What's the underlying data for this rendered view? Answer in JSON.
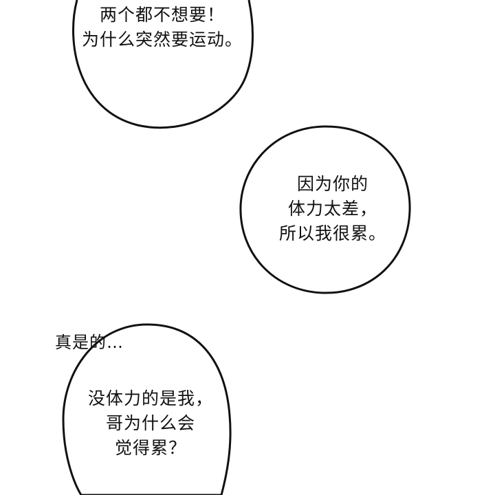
{
  "panel": {
    "background_color": "#ffffff",
    "ink_color": "#111111"
  },
  "bubbles": [
    {
      "lines": [
        "两个都不想要！",
        "为什么突然要运动。"
      ]
    },
    {
      "lines": [
        "因为你的",
        "体力太差，",
        "所以我很累。"
      ]
    },
    {
      "lines": [
        "没体力的是我，",
        "哥为什么会",
        "觉得累？"
      ]
    }
  ],
  "caption": {
    "text": "真是的…"
  }
}
